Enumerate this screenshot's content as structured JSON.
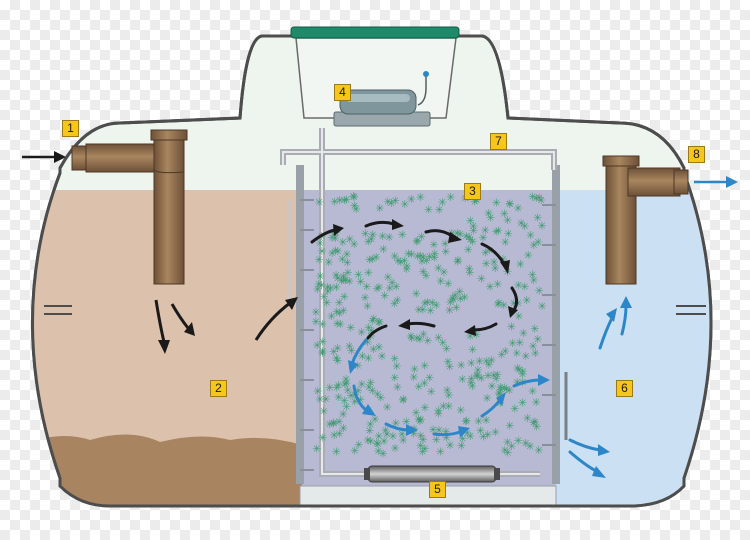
{
  "labels": {
    "l1": "1",
    "l2": "2",
    "l3": "3",
    "l4": "4",
    "l5": "5",
    "l6": "6",
    "l7": "7",
    "l8": "8"
  },
  "colors": {
    "tank_fill": "#eef4ee",
    "tank_outline": "#4d4d4d",
    "settling_liquid": "#dcc2ad",
    "sludge": "#a88560",
    "bio_chamber": "#b8bad3",
    "clarifier": "#cbe0f3",
    "pipe_brown": "#8e6e4f",
    "media_green": "#3d9a6e",
    "arrow_black": "#1a1a1a",
    "arrow_blue": "#2d86c7",
    "lid_green": "#1e8a6a",
    "label_yellow": "#f7c61a"
  },
  "icons": {
    "inlet_arrow": "arrow-right-icon",
    "outlet_arrow": "arrow-right-icon",
    "media": "asterisk-icon",
    "blower": "air-pump-icon",
    "diffuser": "air-diffuser-icon"
  }
}
